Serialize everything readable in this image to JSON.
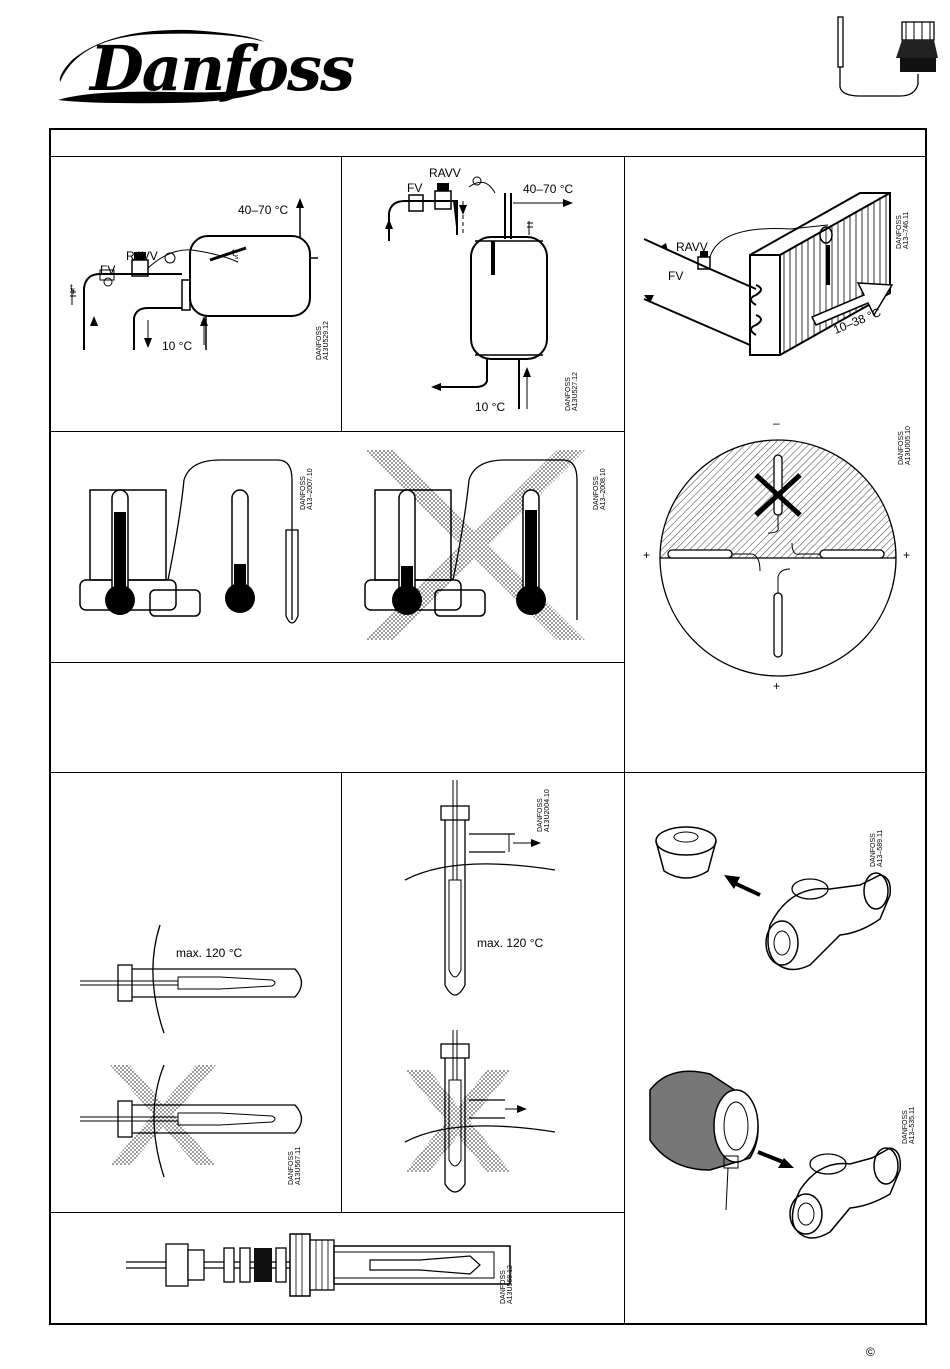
{
  "brand": {
    "name": "Danfoss"
  },
  "labels": {
    "temp_hot": "40–70 °C",
    "temp_cold": "10 °C",
    "valve": "RAVV",
    "filter": "FV",
    "sensor_s": "t",
    "sensor_s_sub": "s",
    "sensor_f": "t",
    "sensor_f_sub": "f",
    "temp_air": "10–38 °C",
    "max_temp": "max. 120 °C",
    "minus": "–",
    "plus": "+"
  },
  "codes": {
    "a1": "DANFOSS\nA13U529.12",
    "a2": "DANFOSS\nA13U527.12",
    "a3": "DANFOSS\nA13–746.11",
    "b1": "DANFOSS\nA13–2007.10",
    "b2": "DANFOSS\nA13–2008.10",
    "b3": "DANFOSS\nA13U005.10",
    "c2": "DANFOSS\nA13U2004.10",
    "c1": "DANFOSS\nA13U567.11",
    "c3a": "DANFOSS\nA13–589.11",
    "c3b": "DANFOSS\nA13–535.11",
    "d1": "DANFOSS\nA13U568.12"
  },
  "footer": {
    "copyright": "©"
  }
}
